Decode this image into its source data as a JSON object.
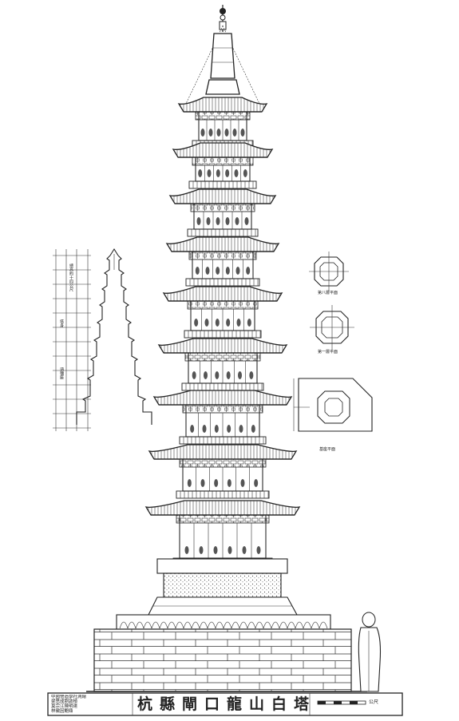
{
  "drawing": {
    "title": "杭縣閘口龍山白塔",
    "credits": [
      "中國營造學社測繪",
      "梁思成劉敦楨",
      "莫宗江陳明達",
      "林徽因鮑鼎"
    ],
    "scale_label": "公尺",
    "section_labels": {
      "total_height": "總高約十四公尺",
      "upper": "塔身",
      "lower": "須彌座"
    },
    "plan_labels": {
      "plan_top": "第八層平面",
      "plan_mid": "第一層平面",
      "plan_base": "基座平面"
    }
  }
}
